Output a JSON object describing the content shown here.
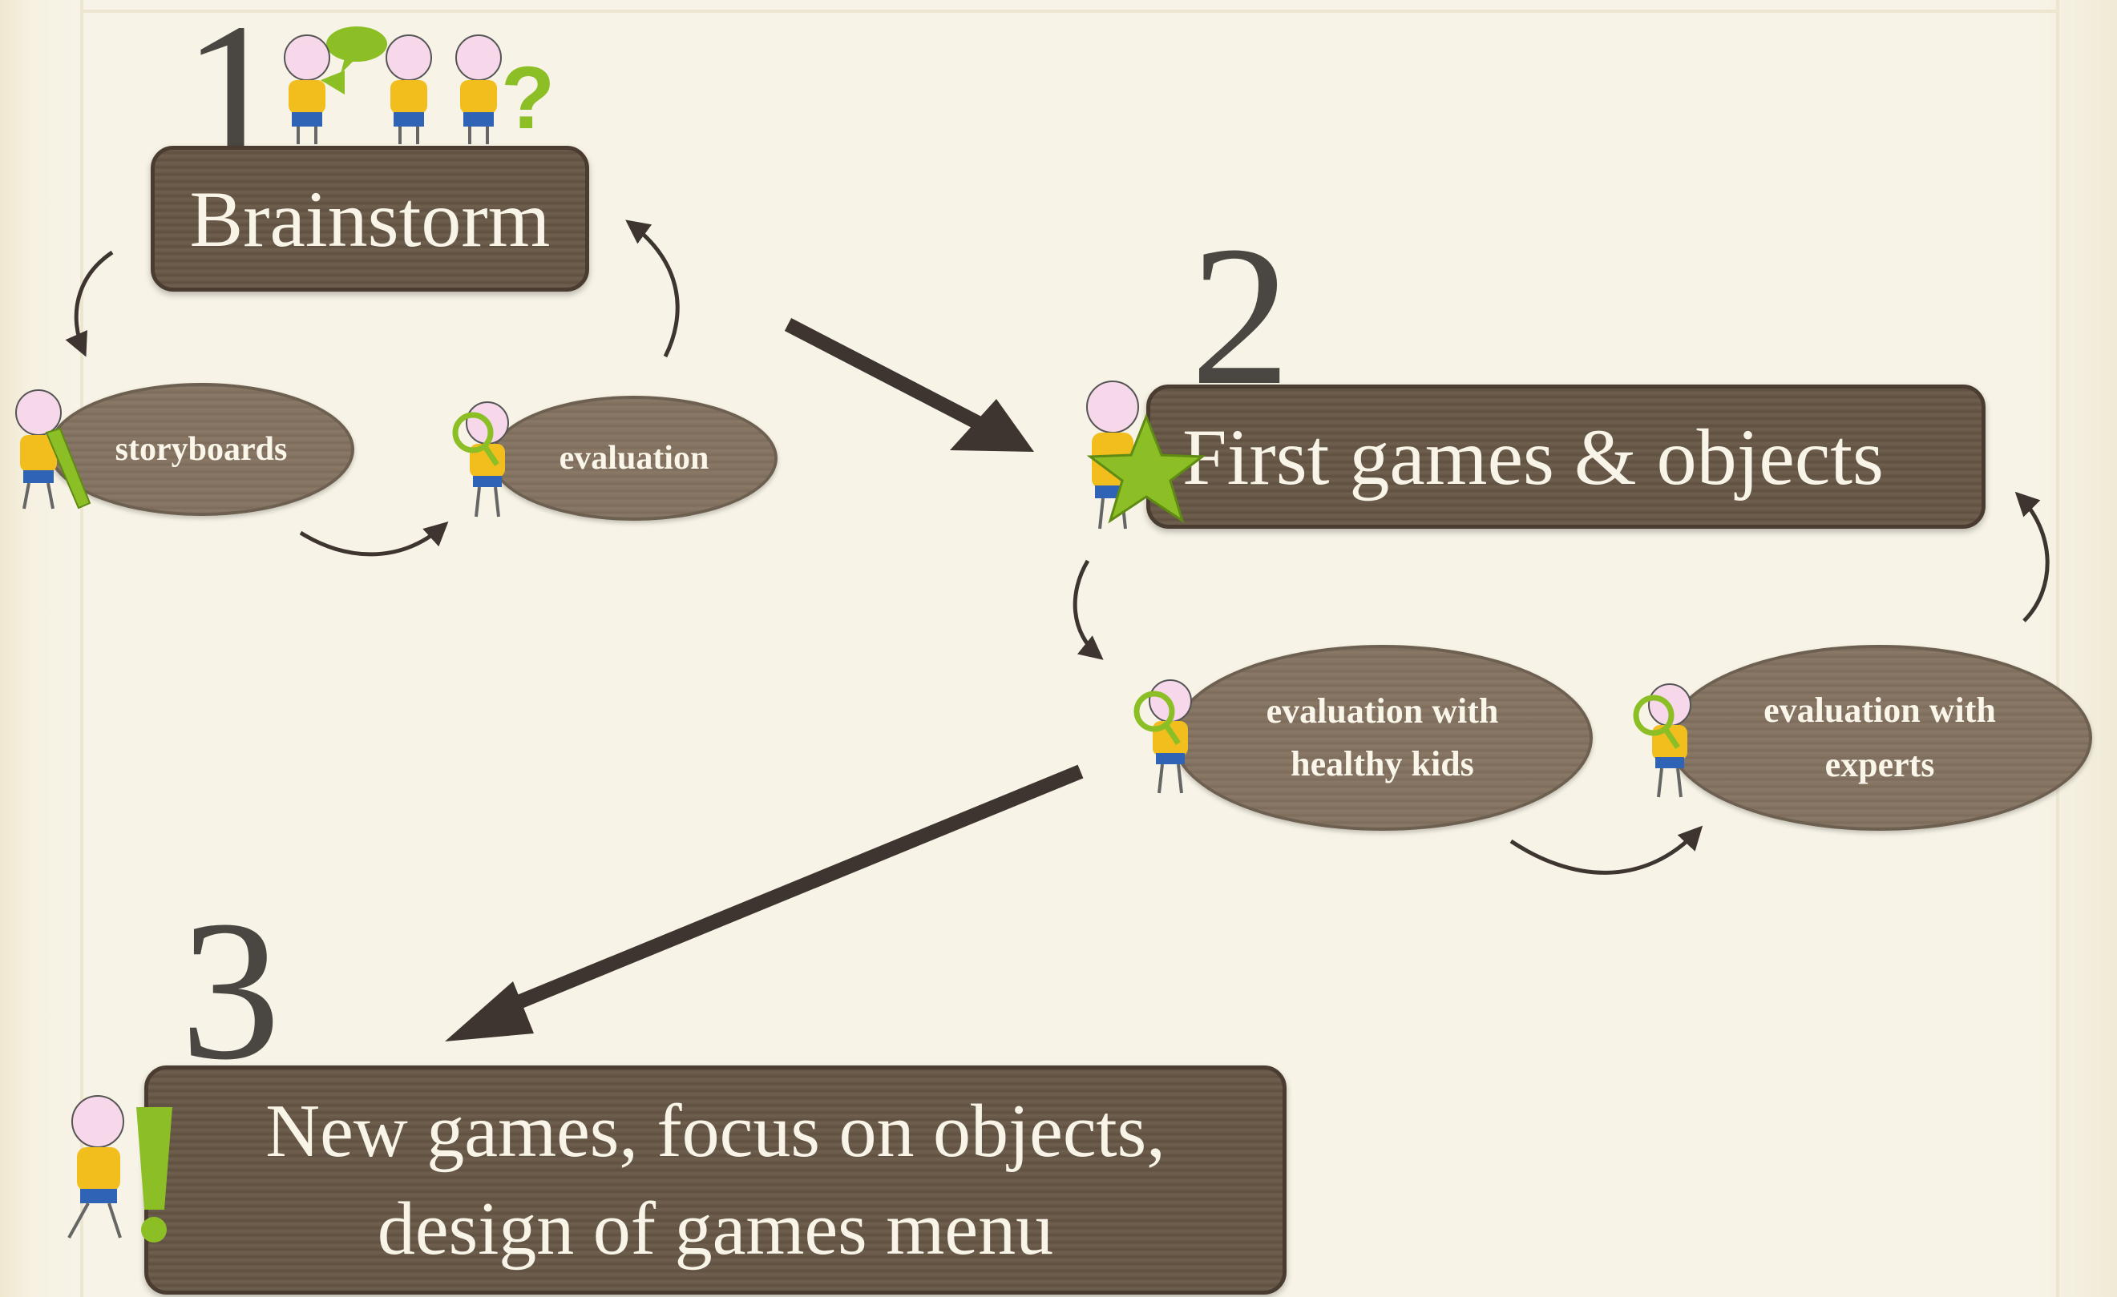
{
  "stages": [
    {
      "number": "1",
      "title": "Brainstorm",
      "subitems": [
        "storyboards",
        "evaluation"
      ]
    },
    {
      "number": "2",
      "title": "First games & objects",
      "subitems": [
        "evaluation with healthy kids",
        "evaluation with experts"
      ]
    },
    {
      "number": "3",
      "title": "New games, focus on objects, design of games menu"
    }
  ],
  "colors": {
    "background": "#f7f3e6",
    "box_fill": "#6a5a4a",
    "ellipse_fill": "#857463",
    "number_text": "#4a4642",
    "arrow": "#3e3530",
    "character_accent": "#8cbf26"
  },
  "icons": [
    "kids-group-icon",
    "kid-with-crayon-icon",
    "kid-with-magnifier-icon",
    "kid-with-star-icon",
    "kid-with-exclamation-icon"
  ]
}
